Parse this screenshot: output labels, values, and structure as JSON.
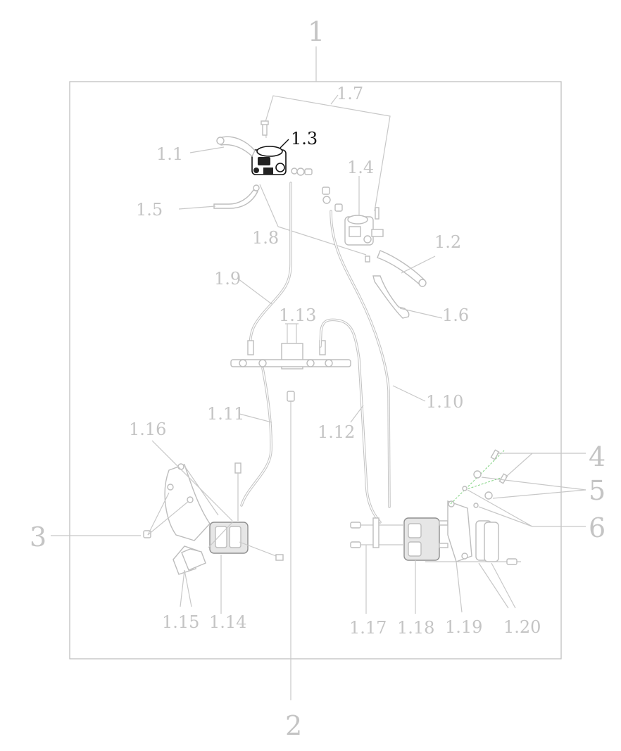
{
  "diagram": {
    "labels": {
      "l1": "1",
      "l2": "2",
      "l3": "3",
      "l4": "4",
      "l5": "5",
      "l6": "6",
      "l1_1": "1.1",
      "l1_2": "1.2",
      "l1_3": "1.3",
      "l1_4": "1.4",
      "l1_5": "1.5",
      "l1_6": "1.6",
      "l1_7": "1.7",
      "l1_8": "1.8",
      "l1_9": "1.9",
      "l1_10": "1.10",
      "l1_11": "1.11",
      "l1_12": "1.12",
      "l1_13": "1.13",
      "l1_14": "1.14",
      "l1_15": "1.15",
      "l1_16": "1.16",
      "l1_17": "1.17",
      "l1_18": "1.18",
      "l1_19": "1.19",
      "l1_20": "1.20"
    },
    "highlighted_label": "1.3",
    "colors": {
      "inactive": "#c4c4c4",
      "highlight": "#111111",
      "guide": "#7fd27f"
    }
  }
}
